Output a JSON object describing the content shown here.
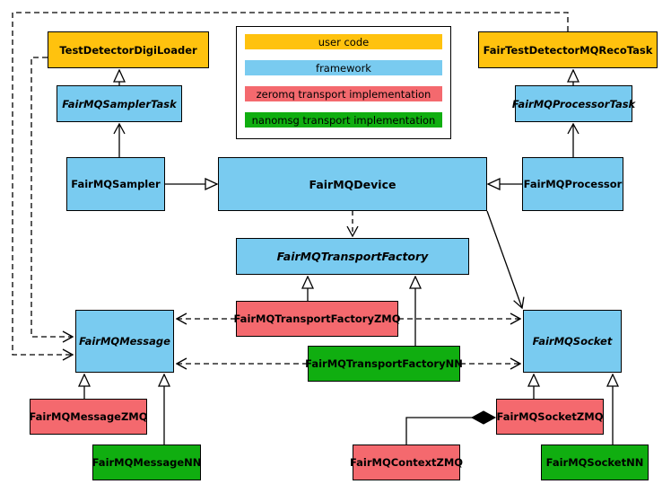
{
  "colors": {
    "user_code": "#FFC20E",
    "framework": "#79CBF0",
    "zeromq": "#F4696E",
    "nanomsg": "#10AE10",
    "border": "#000000",
    "background": "#FFFFFF"
  },
  "legend": {
    "items": [
      {
        "label": "user code"
      },
      {
        "label": "framework"
      },
      {
        "label": "zeromq transport implementation"
      },
      {
        "label": "nanomsg transport implementation"
      }
    ]
  },
  "nodes": {
    "testDetectorDigiLoader": {
      "label": "TestDetectorDigiLoader",
      "category": "user code",
      "abstract": false
    },
    "fairTestDetectorMQRecoTask": {
      "label": "FairTestDetectorMQRecoTask",
      "category": "user code",
      "abstract": false
    },
    "fairMQSamplerTask": {
      "label": "FairMQSamplerTask",
      "category": "framework",
      "abstract": true
    },
    "fairMQProcessorTask": {
      "label": "FairMQProcessorTask",
      "category": "framework",
      "abstract": true
    },
    "fairMQSampler": {
      "label": "FairMQSampler",
      "category": "framework",
      "abstract": false
    },
    "fairMQDevice": {
      "label": "FairMQDevice",
      "category": "framework",
      "abstract": false
    },
    "fairMQProcessor": {
      "label": "FairMQProcessor",
      "category": "framework",
      "abstract": false
    },
    "fairMQTransportFactory": {
      "label": "FairMQTransportFactory",
      "category": "framework",
      "abstract": true
    },
    "fairMQTransportFactoryZMQ": {
      "label": "FairMQTransportFactoryZMQ",
      "category": "zeromq",
      "abstract": false
    },
    "fairMQTransportFactoryNN": {
      "label": "FairMQTransportFactoryNN",
      "category": "nanomsg",
      "abstract": false
    },
    "fairMQMessage": {
      "label": "FairMQMessage",
      "category": "framework",
      "abstract": true
    },
    "fairMQSocket": {
      "label": "FairMQSocket",
      "category": "framework",
      "abstract": true
    },
    "fairMQMessageZMQ": {
      "label": "FairMQMessageZMQ",
      "category": "zeromq",
      "abstract": false
    },
    "fairMQMessageNN": {
      "label": "FairMQMessageNN",
      "category": "nanomsg",
      "abstract": false
    },
    "fairMQSocketZMQ": {
      "label": "FairMQSocketZMQ",
      "category": "zeromq",
      "abstract": false
    },
    "fairMQSocketNN": {
      "label": "FairMQSocketNN",
      "category": "nanomsg",
      "abstract": false
    },
    "fairMQContextZMQ": {
      "label": "FairMQContextZMQ",
      "category": "zeromq",
      "abstract": false
    }
  }
}
